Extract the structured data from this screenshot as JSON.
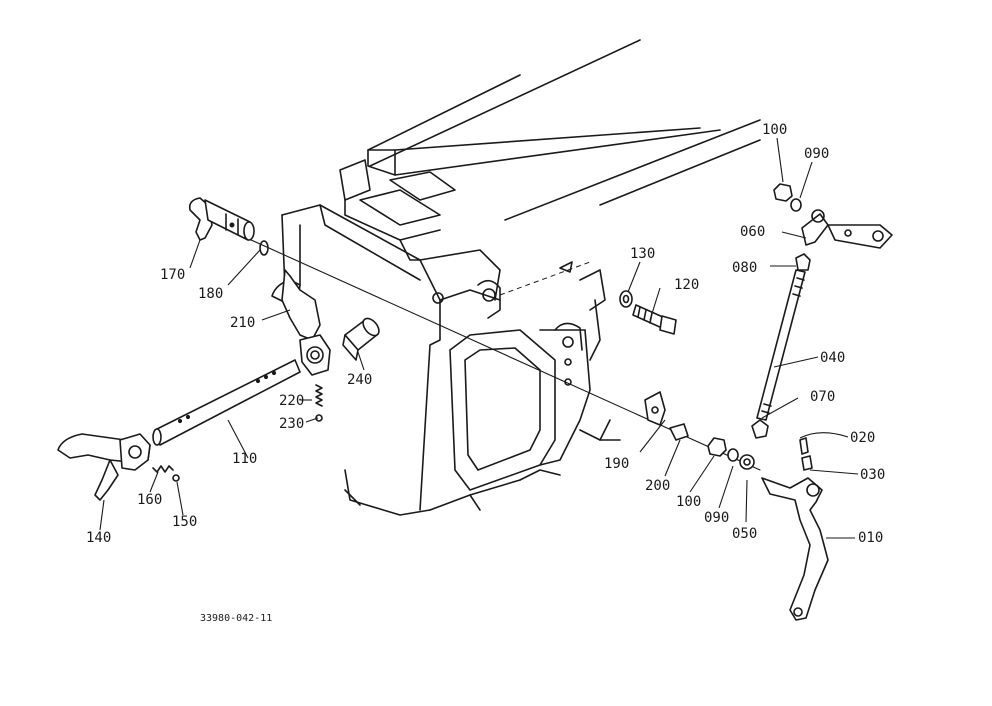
{
  "figure": {
    "id": "33980-042-11"
  },
  "colors": {
    "ink": "#1a1a1a",
    "paper": "#ffffff"
  },
  "callouts": {
    "p010": "010",
    "p020": "020",
    "p030": "030",
    "p040": "040",
    "p050": "050",
    "p060": "060",
    "p070": "070",
    "p080": "080",
    "p090_top": "090",
    "p090_low": "090",
    "p100_top": "100",
    "p100_low": "100",
    "p110": "110",
    "p120": "120",
    "p130": "130",
    "p140": "140",
    "p150": "150",
    "p160": "160",
    "p170": "170",
    "p180": "180",
    "p190": "190",
    "p200": "200",
    "p210": "210",
    "p220": "220",
    "p230": "230",
    "p240": "240"
  }
}
